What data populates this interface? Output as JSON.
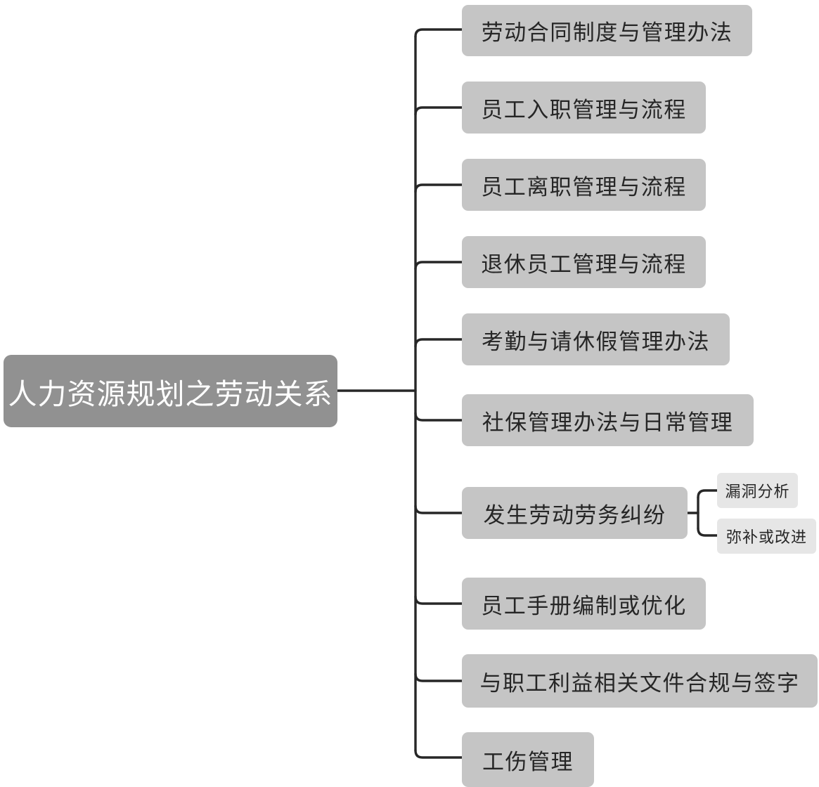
{
  "diagram": {
    "type": "mind-map",
    "title": "人力资源规划之劳动关系",
    "orientation": "left-to-right",
    "colors": {
      "root_fill": "#919191",
      "root_text": "#ffffff",
      "branch_fill": "#c5c5c5",
      "branch_text": "#262626",
      "leaf_fill": "#e6e6e6",
      "leaf_text": "#262626",
      "connector": "#272727",
      "background": "#ffffff"
    },
    "root": {
      "label": "人力资源规划之劳动关系"
    },
    "branches": [
      {
        "label": "劳动合同制度与管理办法",
        "children": []
      },
      {
        "label": "员工入职管理与流程",
        "children": []
      },
      {
        "label": "员工离职管理与流程",
        "children": []
      },
      {
        "label": "退休员工管理与流程",
        "children": []
      },
      {
        "label": "考勤与请休假管理办法",
        "children": []
      },
      {
        "label": "社保管理办法与日常管理",
        "children": []
      },
      {
        "label": "发生劳动劳务纠纷",
        "children": [
          {
            "label": "漏洞分析"
          },
          {
            "label": "弥补或改进"
          }
        ]
      },
      {
        "label": "员工手册编制或优化",
        "children": []
      },
      {
        "label": "与职工利益相关文件合规与签字",
        "children": []
      },
      {
        "label": "工伤管理",
        "children": []
      }
    ]
  }
}
